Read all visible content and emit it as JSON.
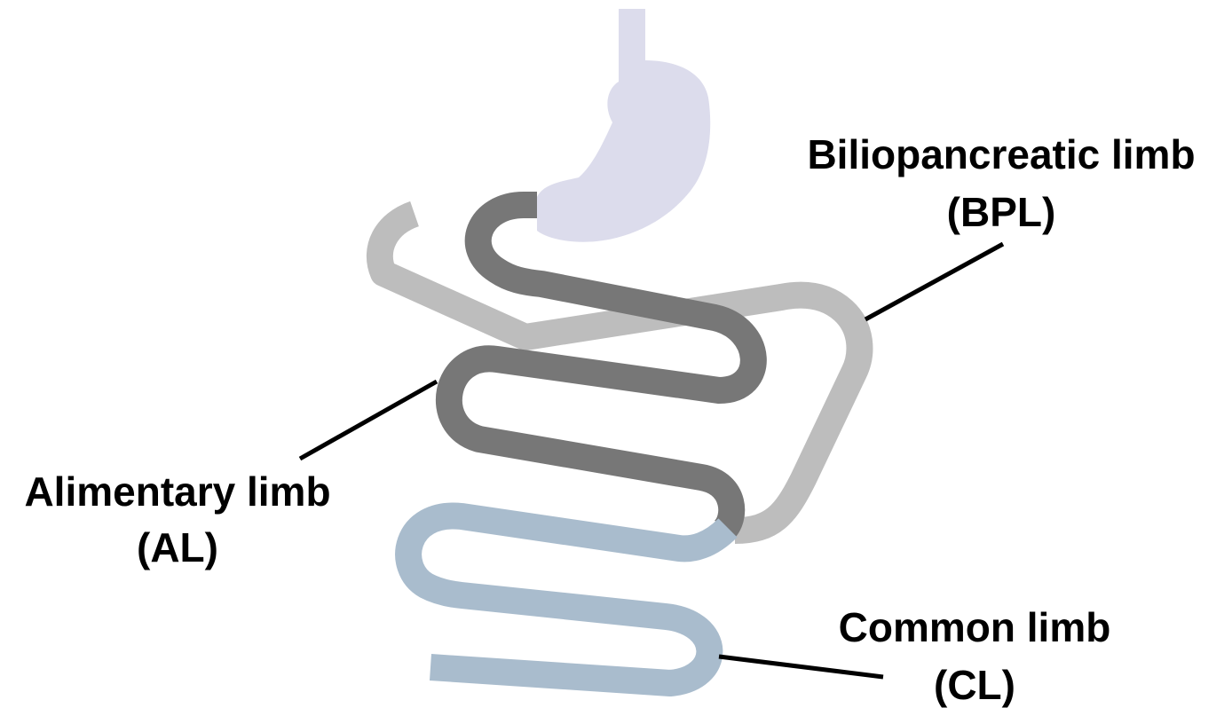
{
  "labels": {
    "bpl_name": "Biliopancreatic limb",
    "bpl_abbr": "(BPL)",
    "al_name": "Alimentary limb",
    "al_abbr": "(AL)",
    "cl_name": "Common limb",
    "cl_abbr": "(CL)"
  },
  "colors": {
    "stomach": "#dcdcec",
    "alimentary_limb": "#777777",
    "biliopancreatic_limb": "#bdbdbd",
    "common_limb": "#a9bccd",
    "leader_line": "#000000",
    "text": "#000000"
  }
}
